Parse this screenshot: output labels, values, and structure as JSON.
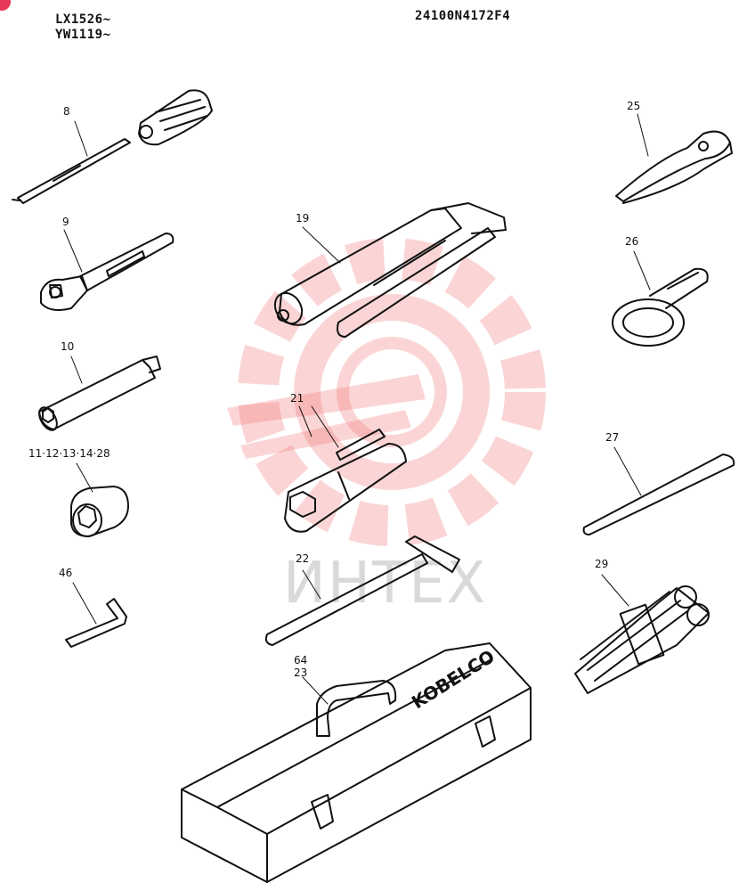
{
  "header": {
    "serial_1": "LX1526~",
    "serial_2": "YW1119~",
    "part_number": "24100N4172F4"
  },
  "callouts": {
    "c8": "8",
    "c9": "9",
    "c10": "10",
    "c11": "11·12·13·14·28",
    "c46": "46",
    "c19": "19",
    "c21": "21",
    "c22": "22",
    "c64": "64",
    "c23": "23",
    "c25": "25",
    "c26": "26",
    "c27": "27",
    "c29": "29"
  },
  "toolbox": {
    "brand": "KOBELCO"
  },
  "watermark": {
    "text": "ИНТЕХ",
    "color": "#f26b6b"
  }
}
